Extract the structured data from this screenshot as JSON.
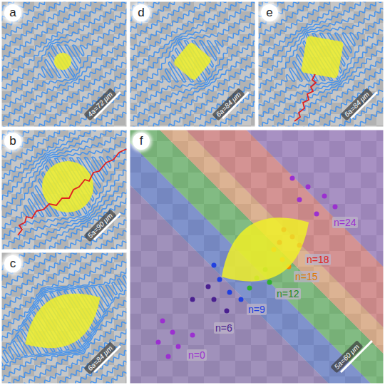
{
  "diagram": {
    "labels": [
      "a",
      "4a=72 μm",
      "b",
      "5a=90 μm",
      "c",
      "6a=84 μm",
      "d",
      "6a=84 μm",
      "e",
      "6a=84 μm",
      "f",
      "n=24",
      "n=18",
      "n=15",
      "n=12",
      "n=9",
      "n=6",
      "n=0",
      "5a=60 μm"
    ]
  }
}
